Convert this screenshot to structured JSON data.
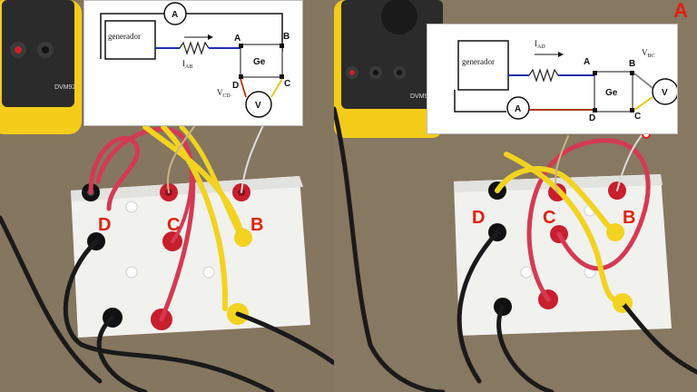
{
  "left_panel": {
    "meter_brand": "DVM92",
    "diagram": {
      "generator": "generador",
      "ammeter": "A",
      "voltmeter": "V",
      "current_label": "I",
      "current_sub": "AB",
      "voltage_label": "V",
      "voltage_sub": "CD",
      "sample": "Ge",
      "node_a": "A",
      "node_b": "B",
      "node_c": "C",
      "node_d": "D"
    },
    "board_labels": {
      "d": "D",
      "c": "C",
      "b": "B"
    }
  },
  "right_panel": {
    "meter_brand": "DVM9",
    "corner_label": "A",
    "diagram": {
      "generator": "generador",
      "ammeter": "A",
      "voltmeter": "V",
      "current_label": "I",
      "current_sub": "AD",
      "voltage_label": "V",
      "voltage_sub": "BC",
      "sample": "Ge",
      "node_a": "A",
      "node_b": "B",
      "node_c": "C",
      "node_d": "D"
    },
    "board_labels": {
      "d": "D",
      "c": "C",
      "b": "B"
    }
  },
  "colors": {
    "label_red": "#e02010",
    "wire_red": "#d43a52",
    "wire_yellow": "#f2d320",
    "wire_black": "#1a1a1a",
    "meter_yellow": "#f4cc1a"
  }
}
